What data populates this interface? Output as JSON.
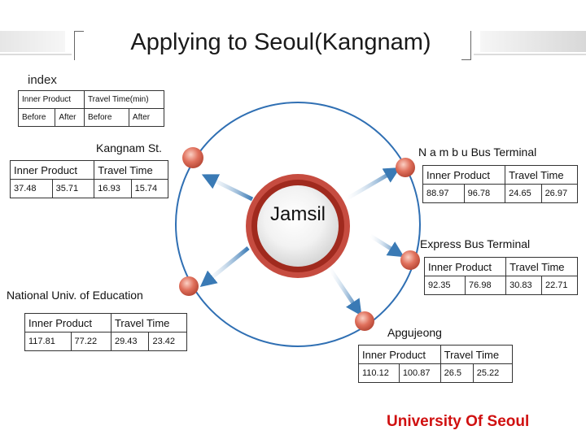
{
  "title": "Applying to Seoul(Kangnam)",
  "center": "Jamsil",
  "footer": "University Of Seoul",
  "colors": {
    "footer": "#d01010",
    "node": "#e0705c",
    "hub": "#c0392b",
    "arrow": "#3a7ab5"
  },
  "index": {
    "label": "index",
    "headers": [
      "Inner Product",
      "Travel Time(min)"
    ],
    "subheaders": [
      "Before",
      "After",
      "Before",
      "After"
    ]
  },
  "stations": {
    "kangnam": {
      "name": "Kangnam St.",
      "headers": [
        "Inner Product",
        "Travel Time"
      ],
      "values": [
        "37.48",
        "35.71",
        "16.93",
        "15.74"
      ]
    },
    "nambu": {
      "name": "N a m b u Bus Terminal",
      "headers": [
        "Inner Product",
        "Travel Time"
      ],
      "values": [
        "88.97",
        "96.78",
        "24.65",
        "26.97"
      ]
    },
    "express": {
      "name": "Express Bus Terminal",
      "headers": [
        "Inner Product",
        "Travel Time"
      ],
      "values": [
        "92.35",
        "76.98",
        "30.83",
        "22.71"
      ]
    },
    "education": {
      "name": "National Univ. of Education",
      "headers": [
        "Inner Product",
        "Travel Time"
      ],
      "values": [
        "117.81",
        "77.22",
        "29.43",
        "23.42"
      ]
    },
    "apgujeong": {
      "name": "Apgujeong",
      "headers": [
        "Inner Product",
        "Travel Time"
      ],
      "values": [
        "110.12",
        "100.87",
        "26.5",
        "25.22"
      ]
    }
  }
}
